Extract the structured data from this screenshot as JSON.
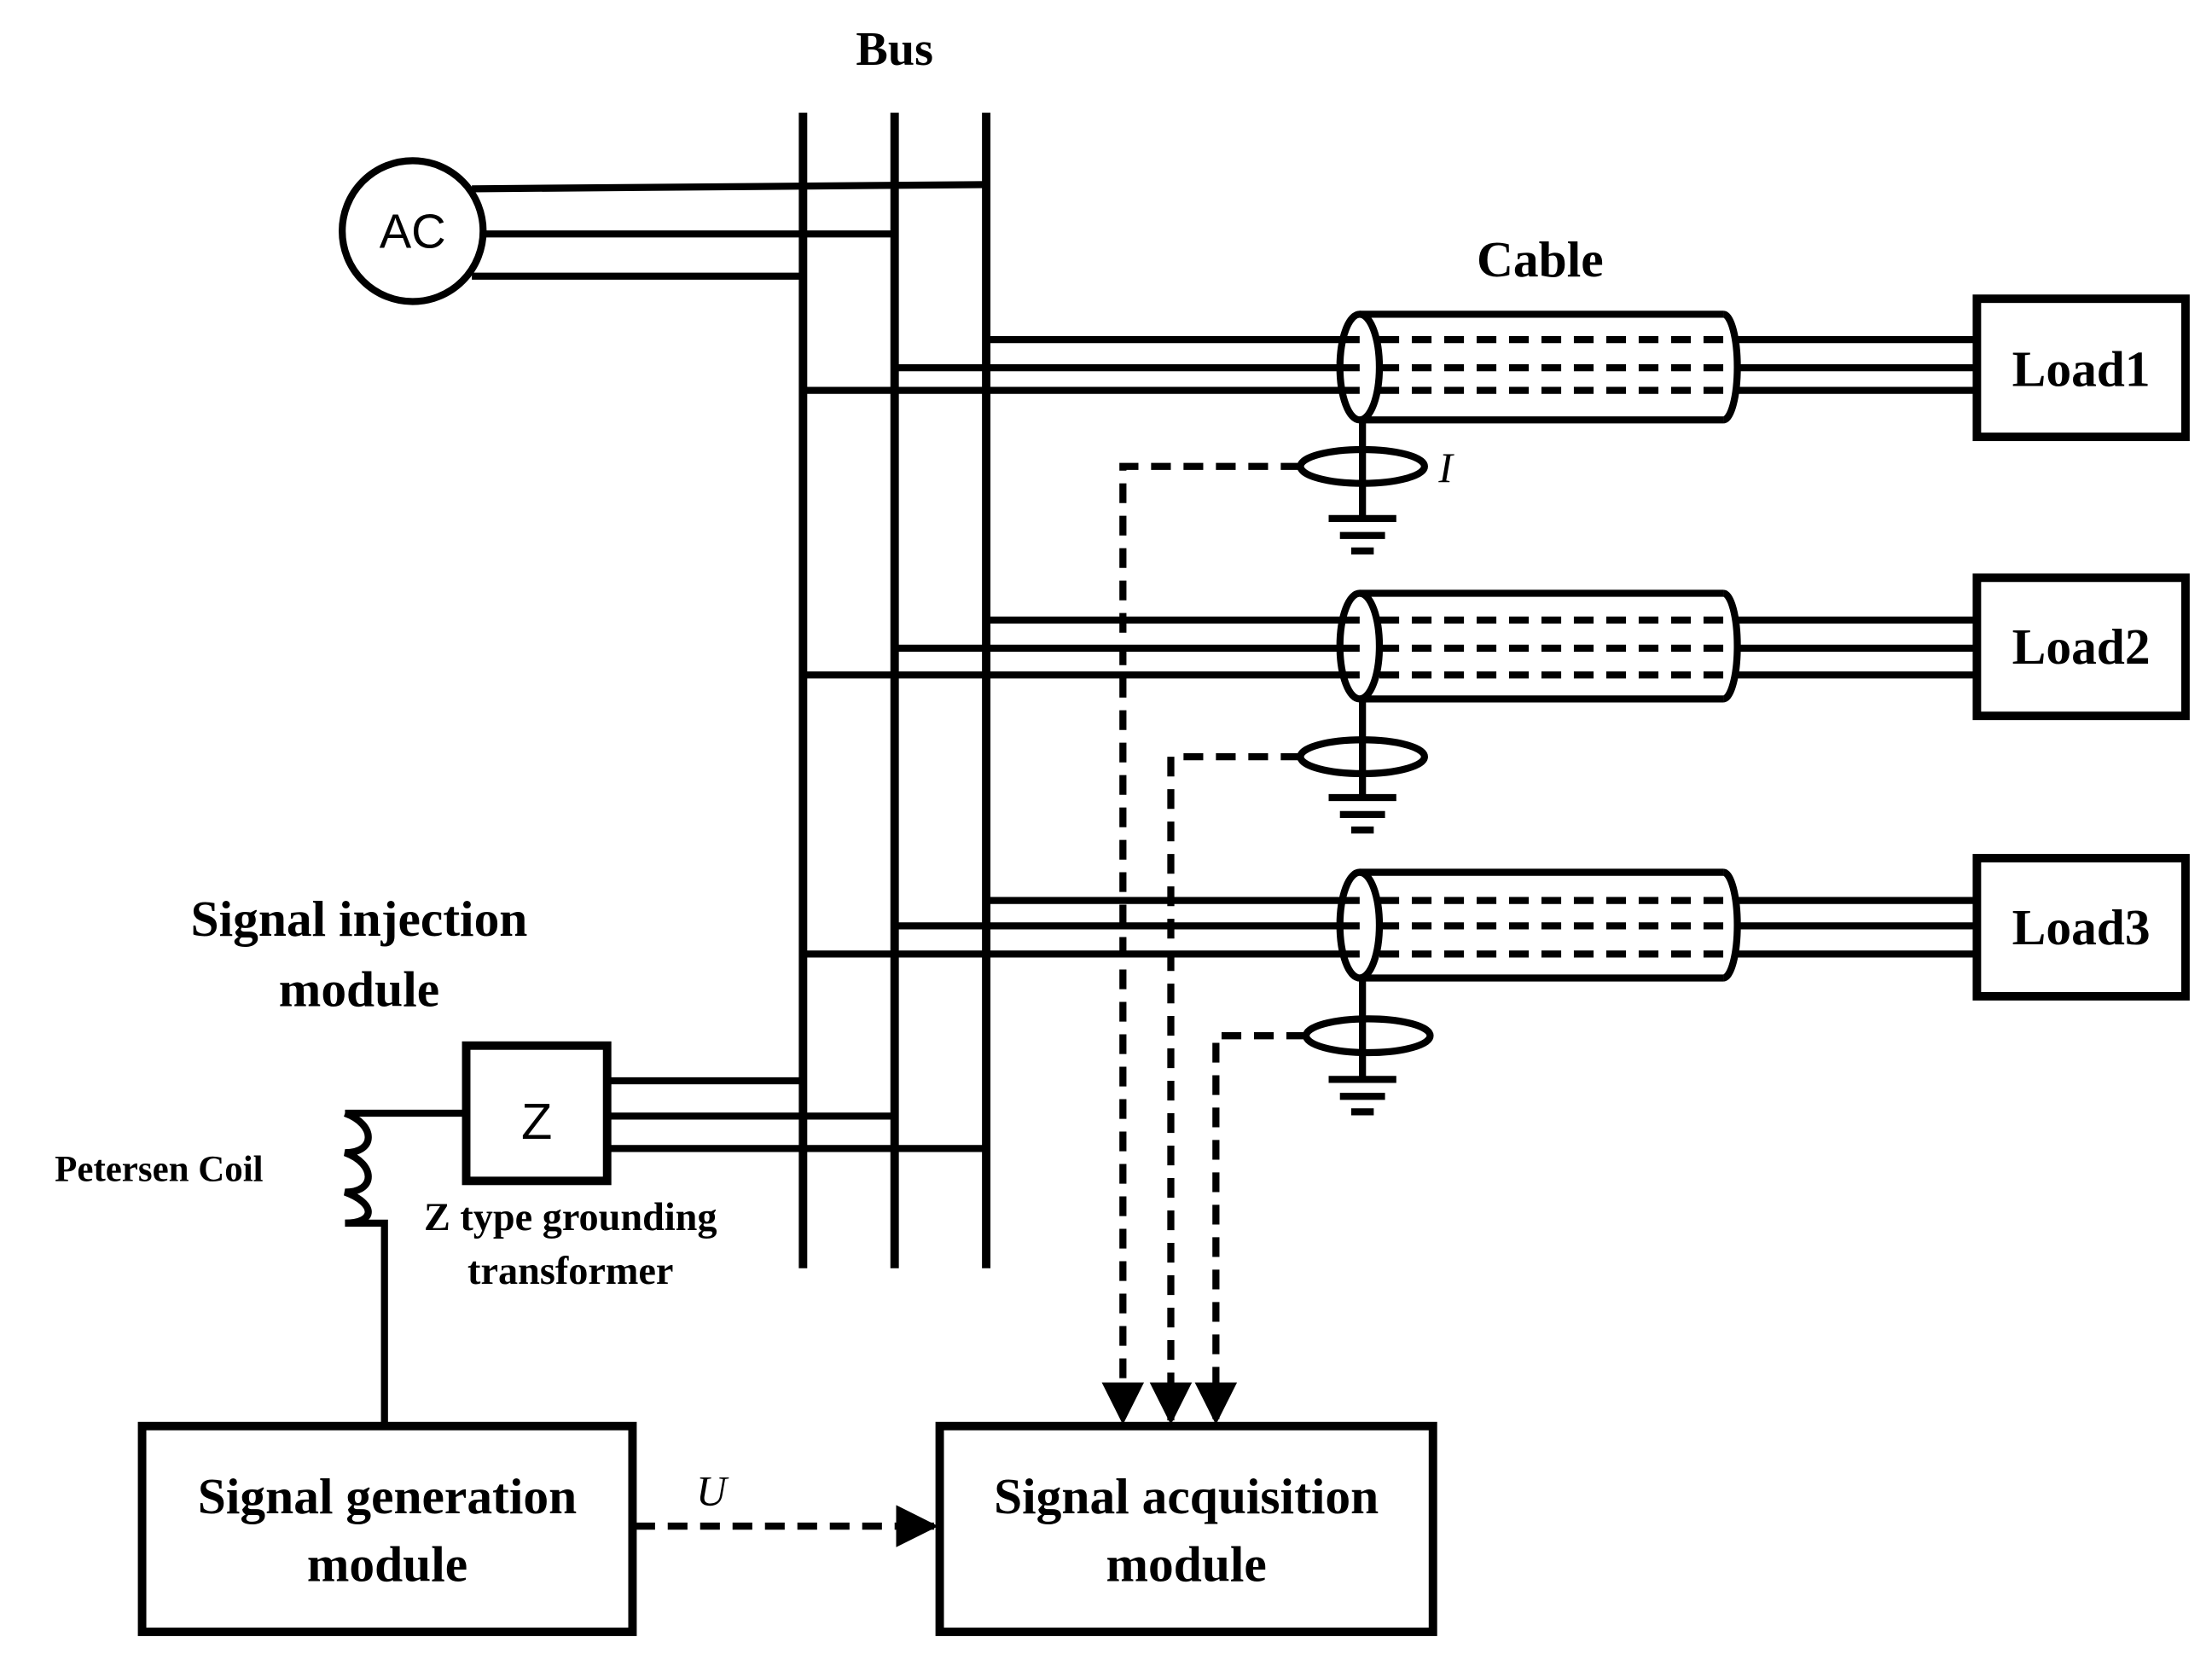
{
  "labels": {
    "bus": "Bus",
    "ac_source": "AC",
    "cable": "Cable",
    "current": "I",
    "voltage": "U",
    "impedance": "Z",
    "petersen_coil": "Petersen Coil",
    "z_transformer_line1": "Z type grounding",
    "z_transformer_line2": "transformer",
    "signal_injection_line1": "Signal injection",
    "signal_injection_line2": "module"
  },
  "loads": [
    "Load1",
    "Load2",
    "Load3"
  ],
  "modules": {
    "generation": {
      "line1": "Signal generation",
      "line2": "module"
    },
    "acquisition": {
      "line1": "Signal acquisition",
      "line2": "module"
    }
  }
}
